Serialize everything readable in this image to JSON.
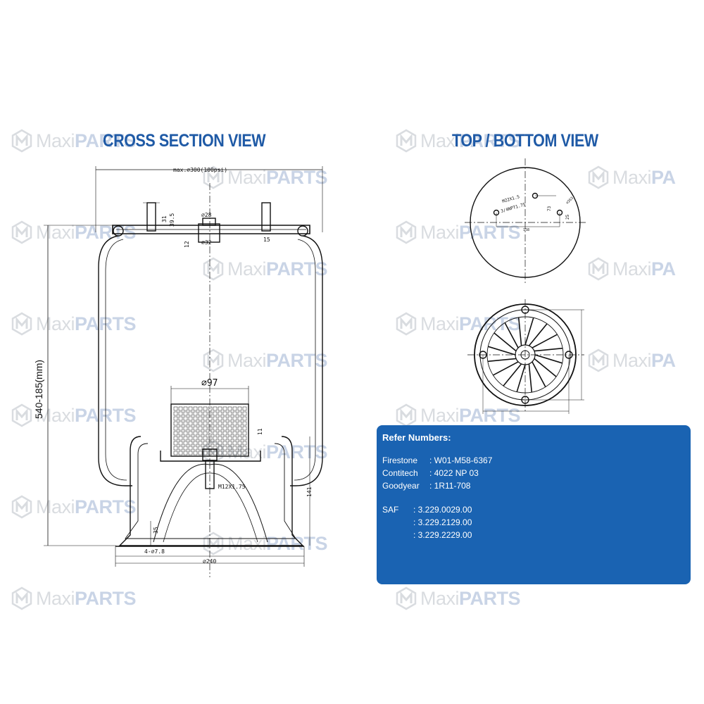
{
  "titles": {
    "cross_section": "CROSS SECTION VIEW",
    "top_bottom": "TOP / BOTTOM VIEW"
  },
  "watermark": {
    "part1": "Maxi",
    "part2": "PARTS",
    "part2_short": "PA",
    "icon": "maxiparts-logo-icon"
  },
  "dimensions": {
    "max_diameter": "max.⌀300(100psi)",
    "height_range": "540-185(mm)",
    "d97": "⌀97",
    "d28": "⌀28",
    "d32": "⌀32",
    "d31": "31",
    "d39_5": "39.5",
    "d12": "12",
    "d15": "15",
    "d11": "11",
    "thread": "M12X1.75",
    "d141": "141",
    "d35": "35",
    "holes": "4-⌀7.8",
    "d240": "⌀240",
    "top_thread1": "M22X1.5",
    "top_thread2": "3/4NPT1.75",
    "top_73": "73",
    "top_25": "25",
    "top_158": "158",
    "top_d263": "⌀263"
  },
  "refer": {
    "title": "Refer Numbers:",
    "rows": [
      {
        "name": "Firestone",
        "value": ": W01-M58-6367"
      },
      {
        "name": "Contitech",
        "value": ": 4022 NP 03"
      },
      {
        "name": "Goodyear",
        "value": ": 1R11-708"
      }
    ],
    "saf_label": "SAF",
    "saf_values": [
      ": 3.229.0029.00",
      ": 3.229.2129.00",
      ": 3.229.2229.00"
    ]
  },
  "colors": {
    "title_blue": "#1f5aa6",
    "box_blue": "#1a63b2",
    "line": "#111111"
  }
}
